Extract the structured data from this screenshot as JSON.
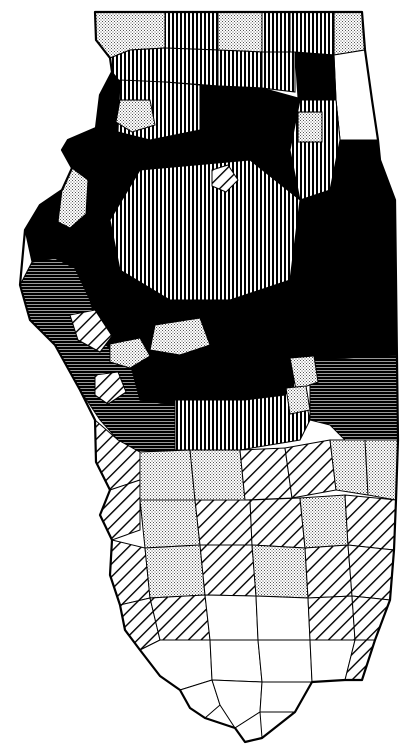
{
  "map": {
    "region": "Illinois",
    "colors": {
      "solid": "#000000",
      "vertical_hatch": "#000000",
      "diagonal_hatch": "#000000",
      "stipple": "#000000",
      "blank": "#ffffff"
    },
    "pattern_classes": [
      "solid",
      "vertical-hatch",
      "diagonal-hatch",
      "stipple",
      "blank"
    ]
  }
}
